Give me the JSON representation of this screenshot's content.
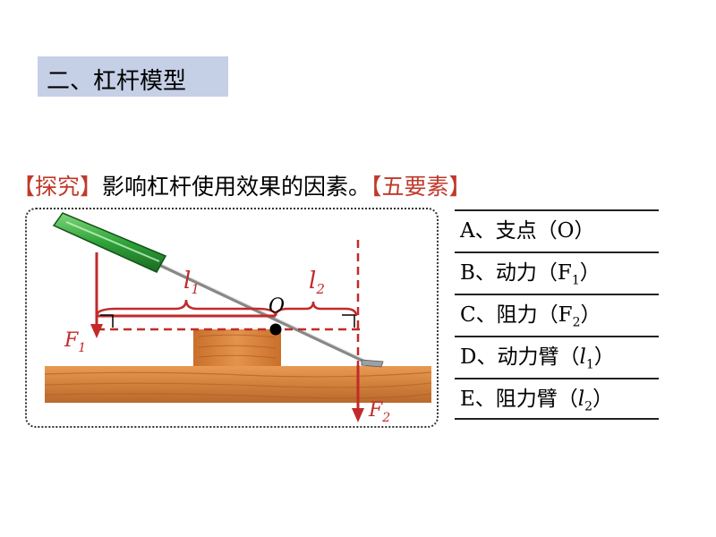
{
  "section_title": "二、杠杆模型",
  "explore": {
    "bracket_label": "【探究】",
    "text": "影响杠杆使用效果的因素。",
    "elements_label": "【五要素】"
  },
  "elements": [
    {
      "prefix": "A、支点（",
      "main": "O",
      "sub": "",
      "suffix": "）"
    },
    {
      "prefix": "B、动力（",
      "main": "F",
      "sub": "1",
      "suffix": "）"
    },
    {
      "prefix": "C、阻力（",
      "main": "F",
      "sub": "2",
      "suffix": "）"
    },
    {
      "prefix": "D、动力臂（",
      "main": "l",
      "sub": "1",
      "suffix": "）"
    },
    {
      "prefix": "E、阻力臂（",
      "main": "l",
      "sub": "2",
      "suffix": "）"
    }
  ],
  "diagram_labels": {
    "l1": "l",
    "l1_sub": "1",
    "l2": "l",
    "l2_sub": "2",
    "fulcrum": "O",
    "f1": "F",
    "f1_sub": "1",
    "f2": "F",
    "f2_sub": "2"
  },
  "colors": {
    "accent_red": "#c0392b",
    "arm_red": "#c22a2a",
    "title_bg": "#c5d0e6",
    "wood": "#d2813c",
    "handle_green": "#2fa33a"
  },
  "icons": [
    "screwdriver-icon",
    "wood-board-icon",
    "wood-block-icon",
    "fulcrum-dot-icon",
    "right-angle-icon"
  ]
}
